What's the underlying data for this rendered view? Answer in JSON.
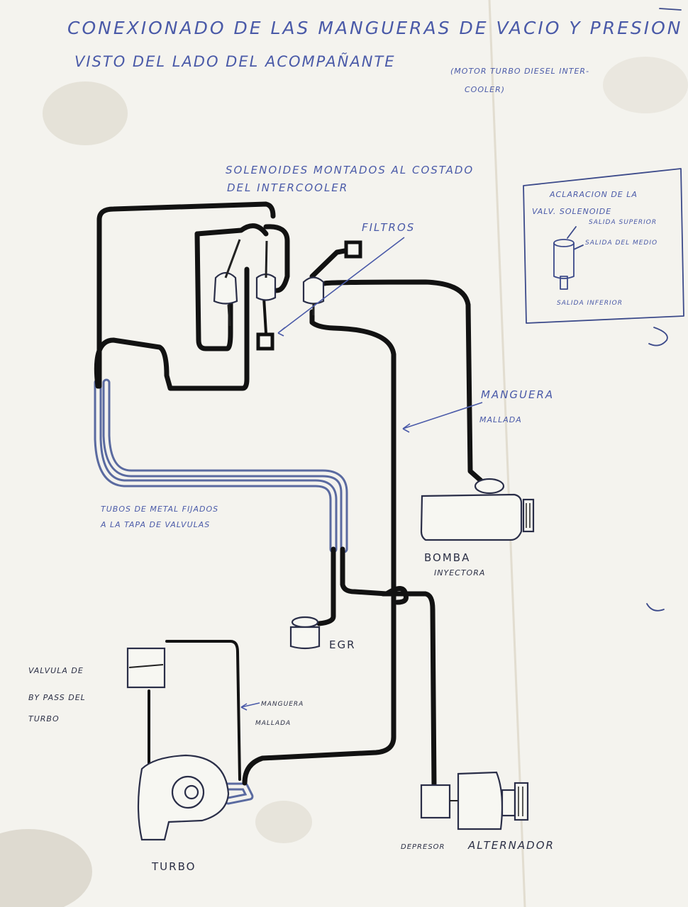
{
  "header": {
    "title": "CONEXIONADO DE LAS MANGUERAS DE VACIO Y PRESION",
    "subtitle": "VISTO DEL LADO DEL ACOMPAÑANTE",
    "subtitle_note_1": "(MOTOR TURBO DIESEL INTER-",
    "subtitle_note_2": "COOLER)"
  },
  "labels": {
    "solenoides_1": "SOLENOIDES MONTADOS AL COSTADO",
    "solenoides_2": "DEL INTERCOOLER",
    "filtros": "FILTROS",
    "manguera_mallada_1": "MANGUERA",
    "manguera_mallada_2": "MALLADA",
    "tubos_1": "TUBOS DE METAL FIJADOS",
    "tubos_2": "A LA TAPA DE VALVULAS",
    "bomba_1": "BOMBA",
    "bomba_2": "INYECTORA",
    "egr": "EGR",
    "valvula_1": "VALVULA DE",
    "valvula_2": "BY PASS DEL",
    "valvula_3": "TURBO",
    "manguera_mallada_b_1": "MANGUERA",
    "manguera_mallada_b_2": "MALLADA",
    "turbo": "TURBO",
    "depresor": "DEPRESOR",
    "alternador": "ALTERNADOR"
  },
  "inset": {
    "title": "ACLARACION DE LA",
    "valv": "VALV. SOLENOIDE",
    "salida_superior": "SALIDA SUPERIOR",
    "salida_del_medio": "SALIDA DEL MEDIO",
    "salida_inferior": "SALIDA INFERIOR"
  },
  "colors": {
    "paper": "#f4f3ee",
    "ink_blue": "#4a5aa8",
    "hose_black": "#121212",
    "metal_tube": "#5a6aa0"
  }
}
